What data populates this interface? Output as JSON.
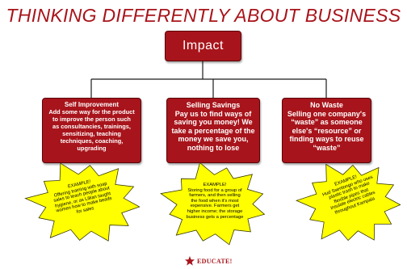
{
  "title": "THINKING DIFFERENTLY ABOUT BUSINESS",
  "root": {
    "label": "Impact"
  },
  "categories": [
    {
      "heading": "Self Improvement",
      "body": [
        "Add some way for the product",
        "to improve the person such",
        "as consultancies, trainings,",
        "sensitizing, teaching",
        "techniques, coaching,",
        "upgrading"
      ],
      "example": [
        "EXAMPLE!",
        "Offering training with soap",
        "sales to teach people about",
        "hygiene, or as Lillian taught",
        "women how to make beads",
        "for sales"
      ]
    },
    {
      "heading": "Selling Savings",
      "body": [
        "Pay us to find ways of",
        "saving you money! We",
        "take a percentage of the",
        "money we save you,",
        "nothing to lose"
      ],
      "example": [
        "EXAMPLE!",
        "Storing food for a group of",
        "farmers, and then selling",
        "the food when it's most",
        "expensive. Farmers get",
        "higher income; the storage",
        "business gets a percentage"
      ]
    },
    {
      "heading": "No Waste",
      "body": [
        "Selling one company's",
        "“waste” as someone",
        "else's “resource” or",
        "finding ways to reuse",
        "“waste”"
      ],
      "example": [
        "EXAMPLE!",
        "Hud Ssentongo who uses",
        "plastic trash to make",
        "flexible pipes that",
        "insulate electric cables",
        "throughout Kampala"
      ]
    }
  ],
  "logo": {
    "text": "EDUCATE!"
  },
  "colors": {
    "title": "#a8141b",
    "box": "#a8141b",
    "burst": "#ffff00",
    "connector": "#1a1a1a"
  }
}
